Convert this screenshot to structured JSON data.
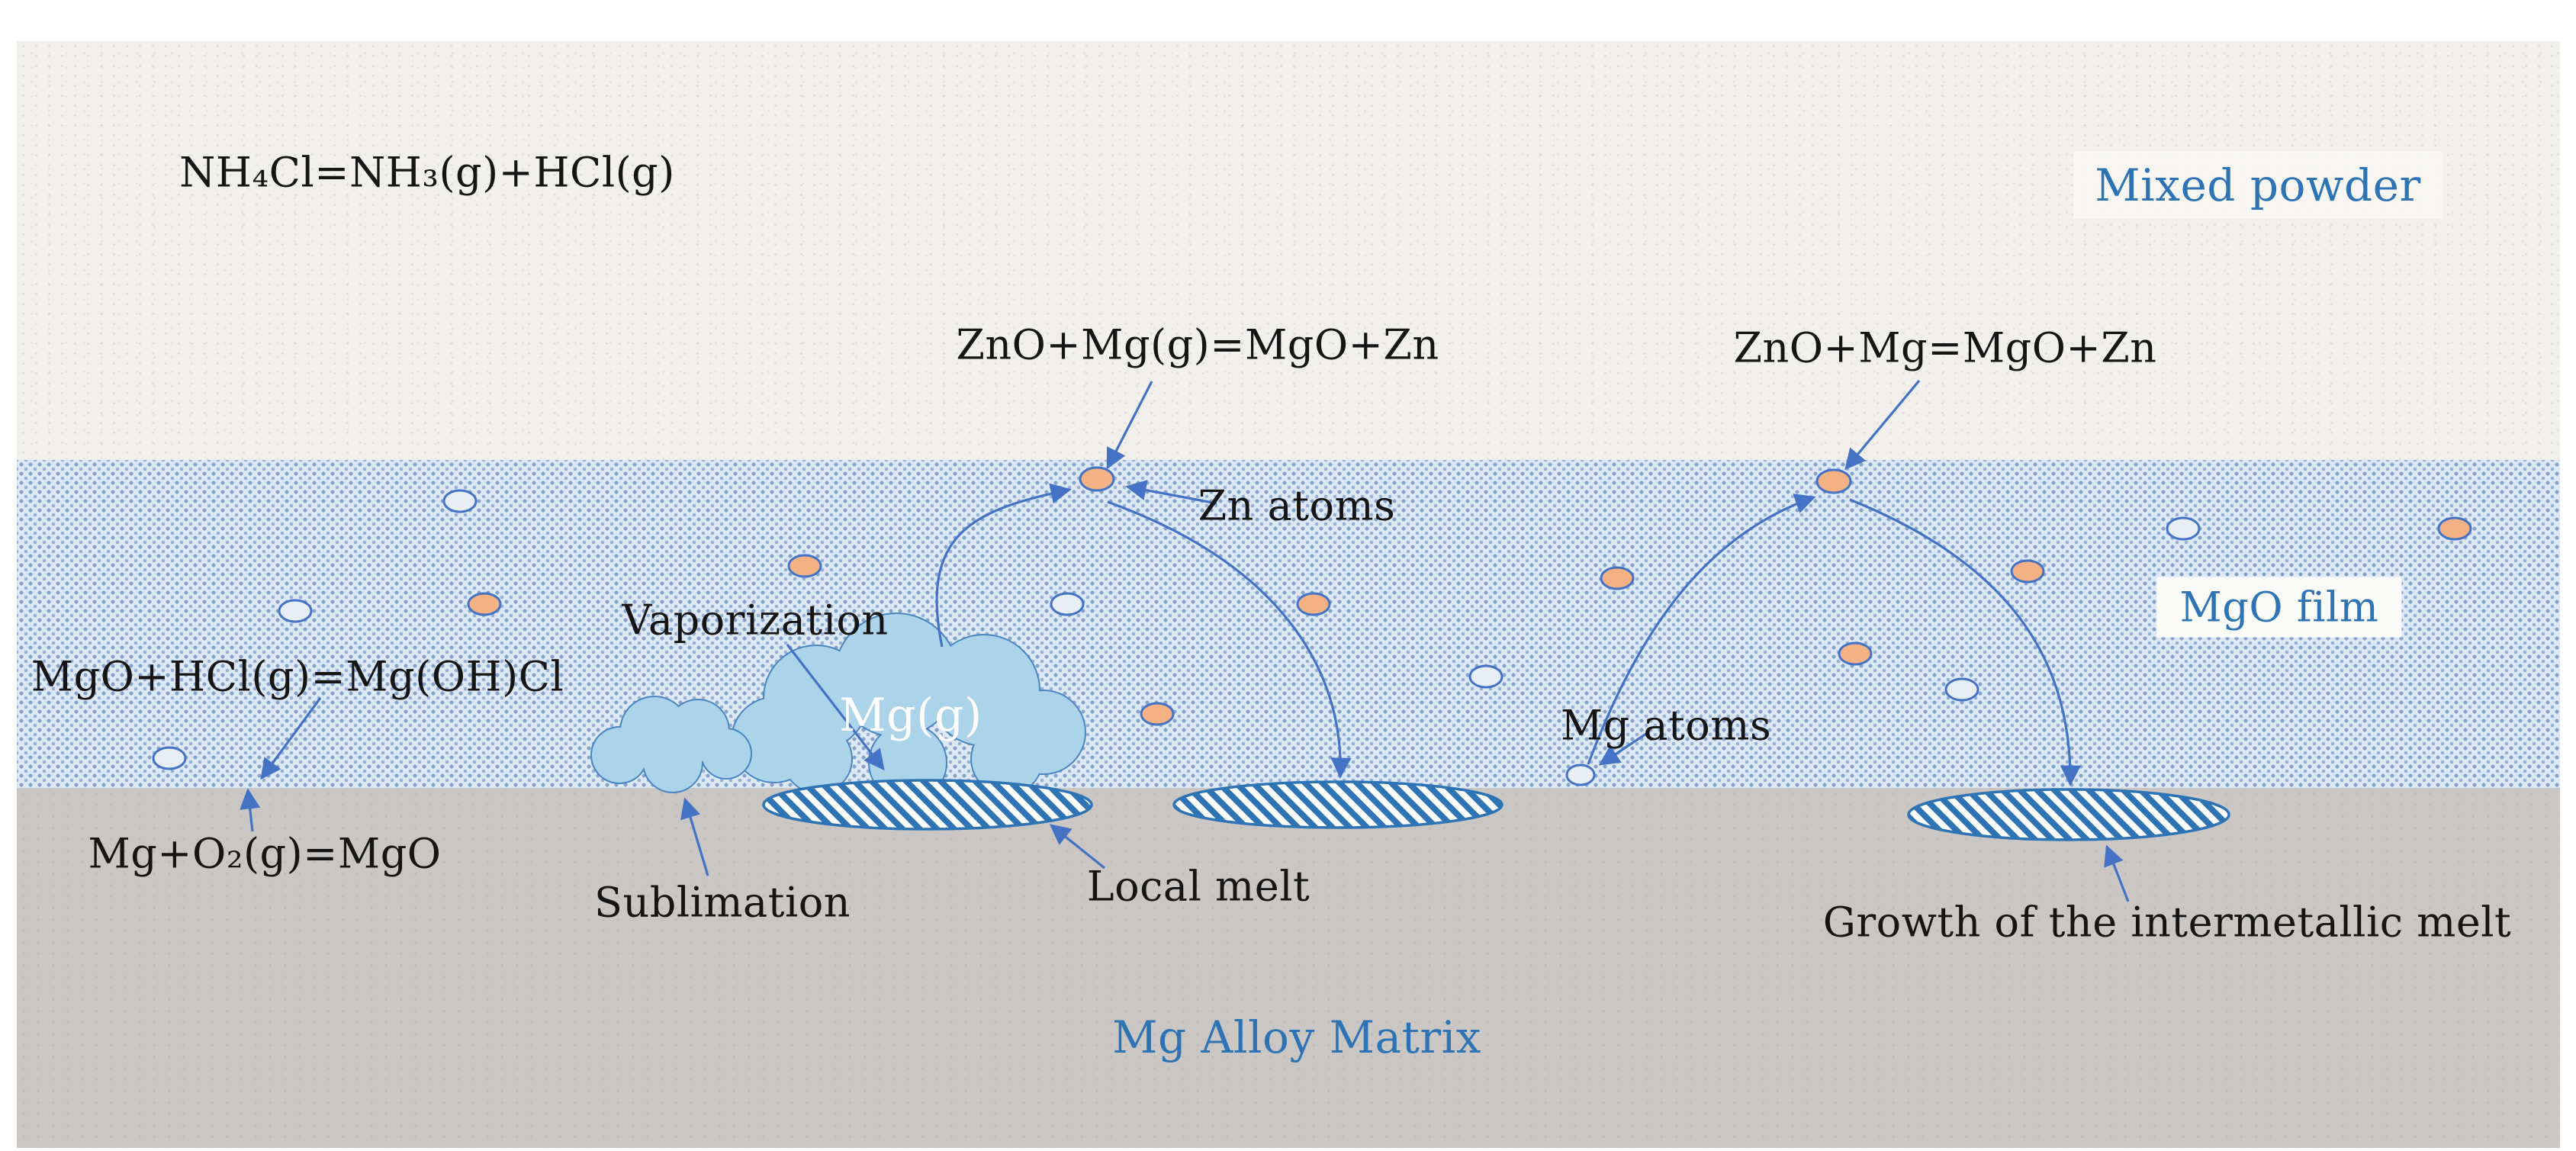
{
  "regions": {
    "mixed_powder": "Mixed powder",
    "mgo_film": "MgO film",
    "mg_alloy_matrix": "Mg Alloy Matrix"
  },
  "reactions": {
    "nh4cl": "NH₄Cl=NH₃(g)+HCl(g)",
    "zno_mg_gas": "ZnO+Mg(g)=MgO+Zn",
    "zno_mg": "ZnO+Mg=MgO+Zn",
    "mgo_hcl": "MgO+HCl(g)=Mg(OH)Cl",
    "mg_o2": "Mg+O₂(g)=MgO"
  },
  "annotations": {
    "zn_atoms": "Zn atoms",
    "mg_atoms": "Mg atoms",
    "vaporization": "Vaporization",
    "sublimation": "Sublimation",
    "local_melt": "Local melt",
    "growth": "Growth of the intermetallic melt",
    "mg_gas": "Mg(g)"
  },
  "colors": {
    "accent_blue": "#2E74B5",
    "arrow_blue": "#4472C4",
    "cloud_fill": "#ABD3EA",
    "cloud_stroke": "#4A86C0",
    "zn_atom_fill": "#F4B183",
    "mg_atom_fill": "#E8EEF6",
    "film_band": "#DDE8F5",
    "matrix_band": "#C9C6C3",
    "powder_band": "#F1F0ED"
  }
}
